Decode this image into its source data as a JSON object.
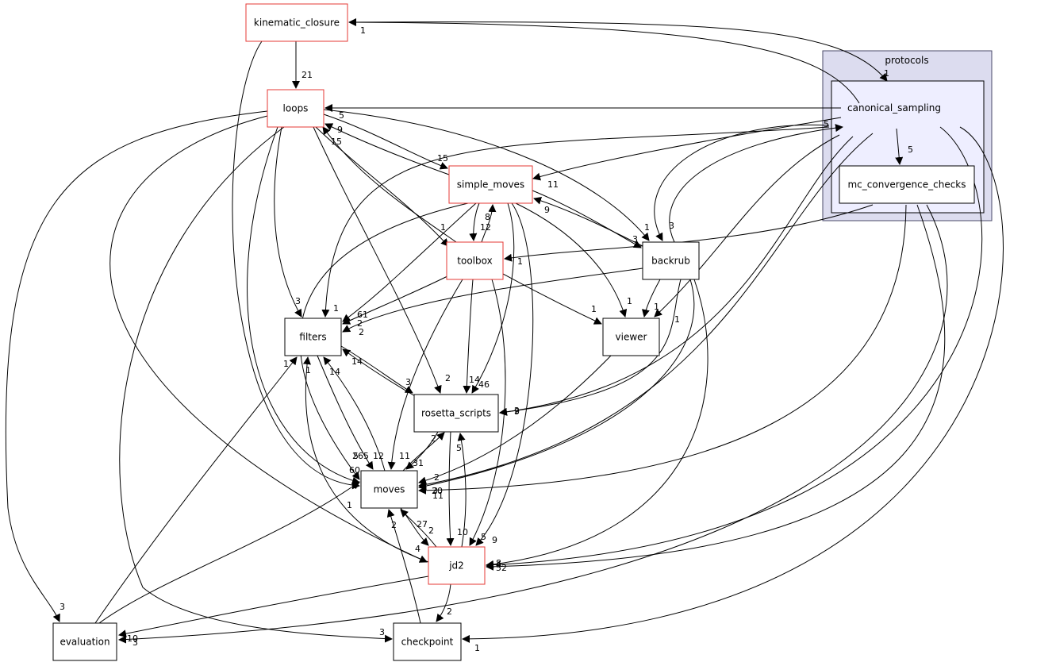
{
  "graph": {
    "colors": {
      "node_border_default": "#000000",
      "node_border_highlight": "#e53935",
      "cluster_outer_fill": "#dcdcef",
      "cluster_outer_border": "#4a4a6a",
      "cluster_inner_fill": "#eeeeff",
      "node_fill": "#ffffff"
    },
    "clusters": [
      {
        "id": "protocols",
        "label": "protocols"
      },
      {
        "id": "canonical_sampling",
        "label": "canonical_sampling"
      }
    ],
    "nodes": [
      {
        "id": "kinematic_closure",
        "label": "kinematic_closure",
        "highlight": true
      },
      {
        "id": "loops",
        "label": "loops",
        "highlight": true
      },
      {
        "id": "simple_moves",
        "label": "simple_moves",
        "highlight": true
      },
      {
        "id": "toolbox",
        "label": "toolbox",
        "highlight": true
      },
      {
        "id": "backrub",
        "label": "backrub",
        "highlight": false
      },
      {
        "id": "filters",
        "label": "filters",
        "highlight": false
      },
      {
        "id": "viewer",
        "label": "viewer",
        "highlight": false
      },
      {
        "id": "rosetta_scripts",
        "label": "rosetta_scripts",
        "highlight": false
      },
      {
        "id": "moves",
        "label": "moves",
        "highlight": false
      },
      {
        "id": "jd2",
        "label": "jd2",
        "highlight": true
      },
      {
        "id": "evaluation",
        "label": "evaluation",
        "highlight": false
      },
      {
        "id": "checkpoint",
        "label": "checkpoint",
        "highlight": false
      },
      {
        "id": "mc_convergence_checks",
        "label": "mc_convergence_checks",
        "highlight": false
      }
    ],
    "edges": [
      {
        "from": "kinematic_closure",
        "to": "loops",
        "label": "21"
      },
      {
        "from": "kinematic_closure",
        "to": "moves",
        "label": "60"
      },
      {
        "from": "canonical_sampling",
        "to": "kinematic_closure",
        "label": "1"
      },
      {
        "from": "kinematic_closure",
        "to": "canonical_sampling",
        "label": "1"
      },
      {
        "from": "canonical_sampling",
        "to": "loops",
        "label": "5"
      },
      {
        "from": "canonical_sampling",
        "to": "mc_convergence_checks",
        "label": "5"
      },
      {
        "from": "canonical_sampling",
        "to": "simple_moves",
        "label": "11"
      },
      {
        "from": "canonical_sampling",
        "to": "backrub",
        "label": "3"
      },
      {
        "from": "canonical_sampling",
        "to": "filters",
        "label": "1"
      },
      {
        "from": "canonical_sampling",
        "to": "viewer",
        "label": "1"
      },
      {
        "from": "canonical_sampling",
        "to": "rosetta_scripts",
        "label": "2"
      },
      {
        "from": "canonical_sampling",
        "to": "moves",
        "label": "11"
      },
      {
        "from": "canonical_sampling",
        "to": "jd2",
        "label": "8"
      },
      {
        "from": "canonical_sampling",
        "to": "checkpoint",
        "label": "1"
      },
      {
        "from": "backrub",
        "to": "canonical_sampling",
        "label": "5"
      },
      {
        "from": "mc_convergence_checks",
        "to": "toolbox",
        "label": "1"
      },
      {
        "from": "mc_convergence_checks",
        "to": "moves",
        "label": "20"
      },
      {
        "from": "mc_convergence_checks",
        "to": "jd2",
        "label": "52"
      },
      {
        "from": "mc_convergence_checks",
        "to": "evaluation",
        "label": "10"
      },
      {
        "from": "loops",
        "to": "simple_moves",
        "label": "15"
      },
      {
        "from": "loops",
        "to": "toolbox",
        "label": "1"
      },
      {
        "from": "loops",
        "to": "backrub",
        "label": "1"
      },
      {
        "from": "loops",
        "to": "filters",
        "label": "3"
      },
      {
        "from": "loops",
        "to": "rosetta_scripts",
        "label": "2"
      },
      {
        "from": "loops",
        "to": "moves",
        "label": "265"
      },
      {
        "from": "loops",
        "to": "jd2",
        "label": "4"
      },
      {
        "from": "loops",
        "to": "evaluation",
        "label": "3"
      },
      {
        "from": "loops",
        "to": "checkpoint",
        "label": "3"
      },
      {
        "from": "simple_moves",
        "to": "loops",
        "label": "9"
      },
      {
        "from": "toolbox",
        "to": "loops",
        "label": "15"
      },
      {
        "from": "simple_moves",
        "to": "toolbox",
        "label": "12"
      },
      {
        "from": "toolbox",
        "to": "simple_moves",
        "label": "8"
      },
      {
        "from": "simple_moves",
        "to": "backrub",
        "label": "3"
      },
      {
        "from": "backrub",
        "to": "simple_moves",
        "label": "9"
      },
      {
        "from": "simple_moves",
        "to": "filters",
        "label": "61"
      },
      {
        "from": "simple_moves",
        "to": "viewer",
        "label": "1"
      },
      {
        "from": "simple_moves",
        "to": "rosetta_scripts",
        "label": "46"
      },
      {
        "from": "simple_moves",
        "to": "moves",
        "label": "5"
      },
      {
        "from": "simple_moves",
        "to": "jd2",
        "label": "9"
      },
      {
        "from": "toolbox",
        "to": "filters",
        "label": "2"
      },
      {
        "from": "toolbox",
        "to": "viewer",
        "label": "1"
      },
      {
        "from": "toolbox",
        "to": "rosetta_scripts",
        "label": "14"
      },
      {
        "from": "toolbox",
        "to": "moves",
        "label": "11"
      },
      {
        "from": "toolbox",
        "to": "jd2",
        "label": "5"
      },
      {
        "from": "backrub",
        "to": "filters",
        "label": "2"
      },
      {
        "from": "backrub",
        "to": "viewer",
        "label": "1"
      },
      {
        "from": "backrub",
        "to": "rosetta_scripts",
        "label": "9"
      },
      {
        "from": "backrub",
        "to": "moves",
        "label": "3"
      },
      {
        "from": "backrub",
        "to": "jd2",
        "label": "4"
      },
      {
        "from": "viewer",
        "to": "moves",
        "label": "2"
      },
      {
        "from": "filters",
        "to": "moves",
        "label": "12"
      },
      {
        "from": "moves",
        "to": "filters",
        "label": "14"
      },
      {
        "from": "filters",
        "to": "rosetta_scripts",
        "label": "3"
      },
      {
        "from": "rosetta_scripts",
        "to": "filters",
        "label": "14"
      },
      {
        "from": "jd2",
        "to": "filters",
        "label": "1"
      },
      {
        "from": "evaluation",
        "to": "filters",
        "label": "1"
      },
      {
        "from": "rosetta_scripts",
        "to": "moves",
        "label": "31"
      },
      {
        "from": "moves",
        "to": "rosetta_scripts",
        "label": "2"
      },
      {
        "from": "rosetta_scripts",
        "to": "jd2",
        "label": "10"
      },
      {
        "from": "jd2",
        "to": "rosetta_scripts",
        "label": "5"
      },
      {
        "from": "moves",
        "to": "jd2",
        "label": "27"
      },
      {
        "from": "jd2",
        "to": "moves",
        "label": "2"
      },
      {
        "from": "jd2",
        "to": "checkpoint",
        "label": "2"
      },
      {
        "from": "jd2",
        "to": "evaluation",
        "label": "3"
      },
      {
        "from": "evaluation",
        "to": "moves",
        "label": "1"
      },
      {
        "from": "checkpoint",
        "to": "moves",
        "label": "2"
      }
    ]
  }
}
